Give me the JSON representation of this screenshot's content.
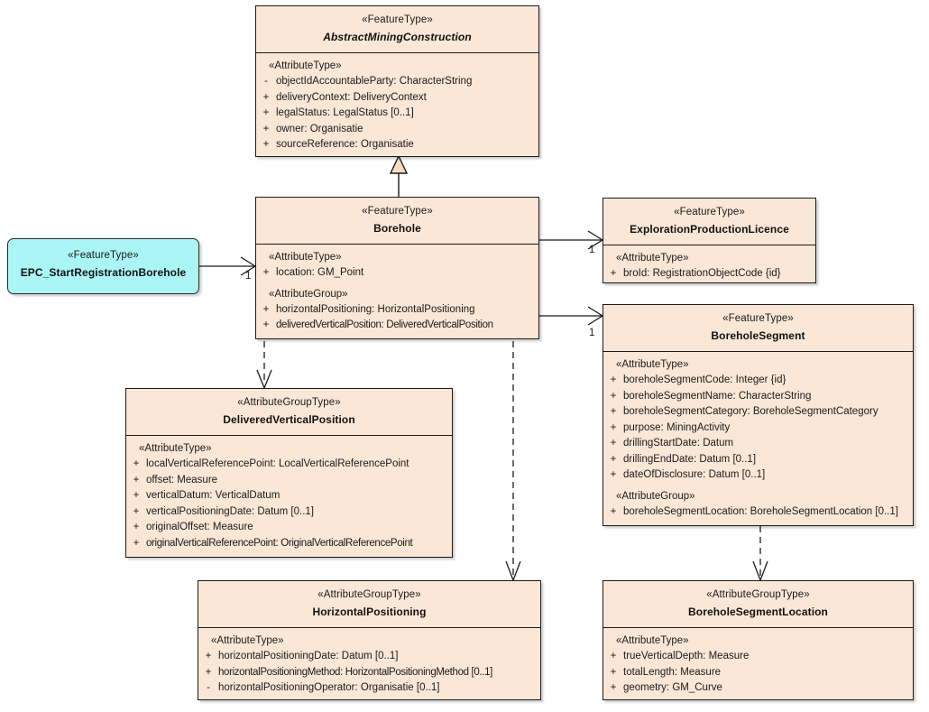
{
  "diagram": {
    "type": "uml-class-diagram",
    "colors": {
      "class_fill": "#fae7d6",
      "interface_fill": "#aaf5f5",
      "border": "#1a1a1a",
      "background": "#ffffff"
    }
  },
  "classes": {
    "abstract_mining_construction": {
      "stereotype": "«FeatureType»",
      "name": "AbstractMiningConstruction",
      "italic": true,
      "compartments": [
        {
          "group": "«AttributeType»",
          "attributes": [
            {
              "visibility": "-",
              "text": "objectIdAccountableParty: CharacterString"
            },
            {
              "visibility": "+",
              "text": "deliveryContext: DeliveryContext"
            },
            {
              "visibility": "+",
              "text": "legalStatus: LegalStatus [0..1]"
            },
            {
              "visibility": "+",
              "text": "owner: Organisatie"
            },
            {
              "visibility": "+",
              "text": "sourceReference: Organisatie"
            }
          ]
        }
      ]
    },
    "borehole": {
      "stereotype": "«FeatureType»",
      "name": "Borehole",
      "italic": false,
      "compartments": [
        {
          "group": "«AttributeType»",
          "attributes": [
            {
              "visibility": "+",
              "text": "location: GM_Point"
            }
          ]
        },
        {
          "group": "«AttributeGroup»",
          "attributes": [
            {
              "visibility": "+",
              "text": "horizontalPositioning: HorizontalPositioning"
            },
            {
              "visibility": "+",
              "text": "deliveredVerticalPosition: DeliveredVerticalPosition",
              "tight": true
            }
          ]
        }
      ]
    },
    "epc_start_registration_borehole": {
      "stereotype": "«FeatureType»",
      "name": "EPC_StartRegistrationBorehole",
      "italic": false,
      "compartments": []
    },
    "exploration_production_licence": {
      "stereotype": "«FeatureType»",
      "name": "ExplorationProductionLicence",
      "italic": false,
      "compartments": [
        {
          "group": "«AttributeType»",
          "attributes": [
            {
              "visibility": "+",
              "text": "broId: RegistrationObjectCode {id}"
            }
          ]
        }
      ]
    },
    "borehole_segment": {
      "stereotype": "«FeatureType»",
      "name": "BoreholeSegment",
      "italic": false,
      "compartments": [
        {
          "group": "«AttributeType»",
          "attributes": [
            {
              "visibility": "+",
              "text": "boreholeSegmentCode: Integer {id}"
            },
            {
              "visibility": "+",
              "text": "boreholeSegmentName: CharacterString"
            },
            {
              "visibility": "+",
              "text": "boreholeSegmentCategory: BoreholeSegmentCategory"
            },
            {
              "visibility": "+",
              "text": "purpose: MiningActivity"
            },
            {
              "visibility": "+",
              "text": "drillingStartDate: Datum"
            },
            {
              "visibility": "+",
              "text": "drillingEndDate: Datum [0..1]"
            },
            {
              "visibility": "+",
              "text": "dateOfDisclosure: Datum [0..1]"
            }
          ]
        },
        {
          "group": "«AttributeGroup»",
          "attributes": [
            {
              "visibility": "+",
              "text": "boreholeSegmentLocation: BoreholeSegmentLocation [0..1]"
            }
          ]
        }
      ]
    },
    "delivered_vertical_position": {
      "stereotype": "«AttributeGroupType»",
      "name": "DeliveredVerticalPosition",
      "italic": false,
      "compartments": [
        {
          "group": "«AttributeType»",
          "attributes": [
            {
              "visibility": "+",
              "text": "localVerticalReferencePoint: LocalVerticalReferencePoint"
            },
            {
              "visibility": "+",
              "text": "offset: Measure"
            },
            {
              "visibility": "+",
              "text": "verticalDatum: VerticalDatum"
            },
            {
              "visibility": "+",
              "text": "verticalPositioningDate: Datum [0..1]"
            },
            {
              "visibility": "+",
              "text": "originalOffset: Measure"
            },
            {
              "visibility": "+",
              "text": "originalVerticalReferencePoint: OriginalVerticalReferencePoint",
              "tight": true
            }
          ]
        }
      ]
    },
    "horizontal_positioning": {
      "stereotype": "«AttributeGroupType»",
      "name": "HorizontalPositioning",
      "italic": false,
      "compartments": [
        {
          "group": "«AttributeType»",
          "attributes": [
            {
              "visibility": "+",
              "text": "horizontalPositioningDate: Datum [0..1]"
            },
            {
              "visibility": "+",
              "text": "horizontalPositioningMethod: HorizontalPositioningMethod [0..1]",
              "tight": true
            },
            {
              "visibility": "-",
              "text": "horizontalPositioningOperator: Organisatie [0..1]"
            }
          ]
        }
      ]
    },
    "borehole_segment_location": {
      "stereotype": "«AttributeGroupType»",
      "name": "BoreholeSegmentLocation",
      "italic": false,
      "compartments": [
        {
          "group": "«AttributeType»",
          "attributes": [
            {
              "visibility": "+",
              "text": "trueVerticalDepth: Measure"
            },
            {
              "visibility": "+",
              "text": "totalLength: Measure"
            },
            {
              "visibility": "+",
              "text": "geometry: GM_Curve"
            }
          ]
        }
      ]
    }
  },
  "connectors": {
    "generalization_borehole_to_amc": {
      "kind": "generalization"
    },
    "assoc_epc_to_borehole": {
      "kind": "association",
      "target_multiplicity": "1"
    },
    "assoc_borehole_to_licence": {
      "kind": "association",
      "target_multiplicity": "1"
    },
    "assoc_borehole_to_segment": {
      "kind": "association",
      "target_multiplicity": "1"
    },
    "dep_borehole_to_dvp": {
      "kind": "dependency"
    },
    "dep_borehole_to_hp": {
      "kind": "dependency"
    },
    "dep_segment_to_bsl": {
      "kind": "dependency"
    }
  }
}
